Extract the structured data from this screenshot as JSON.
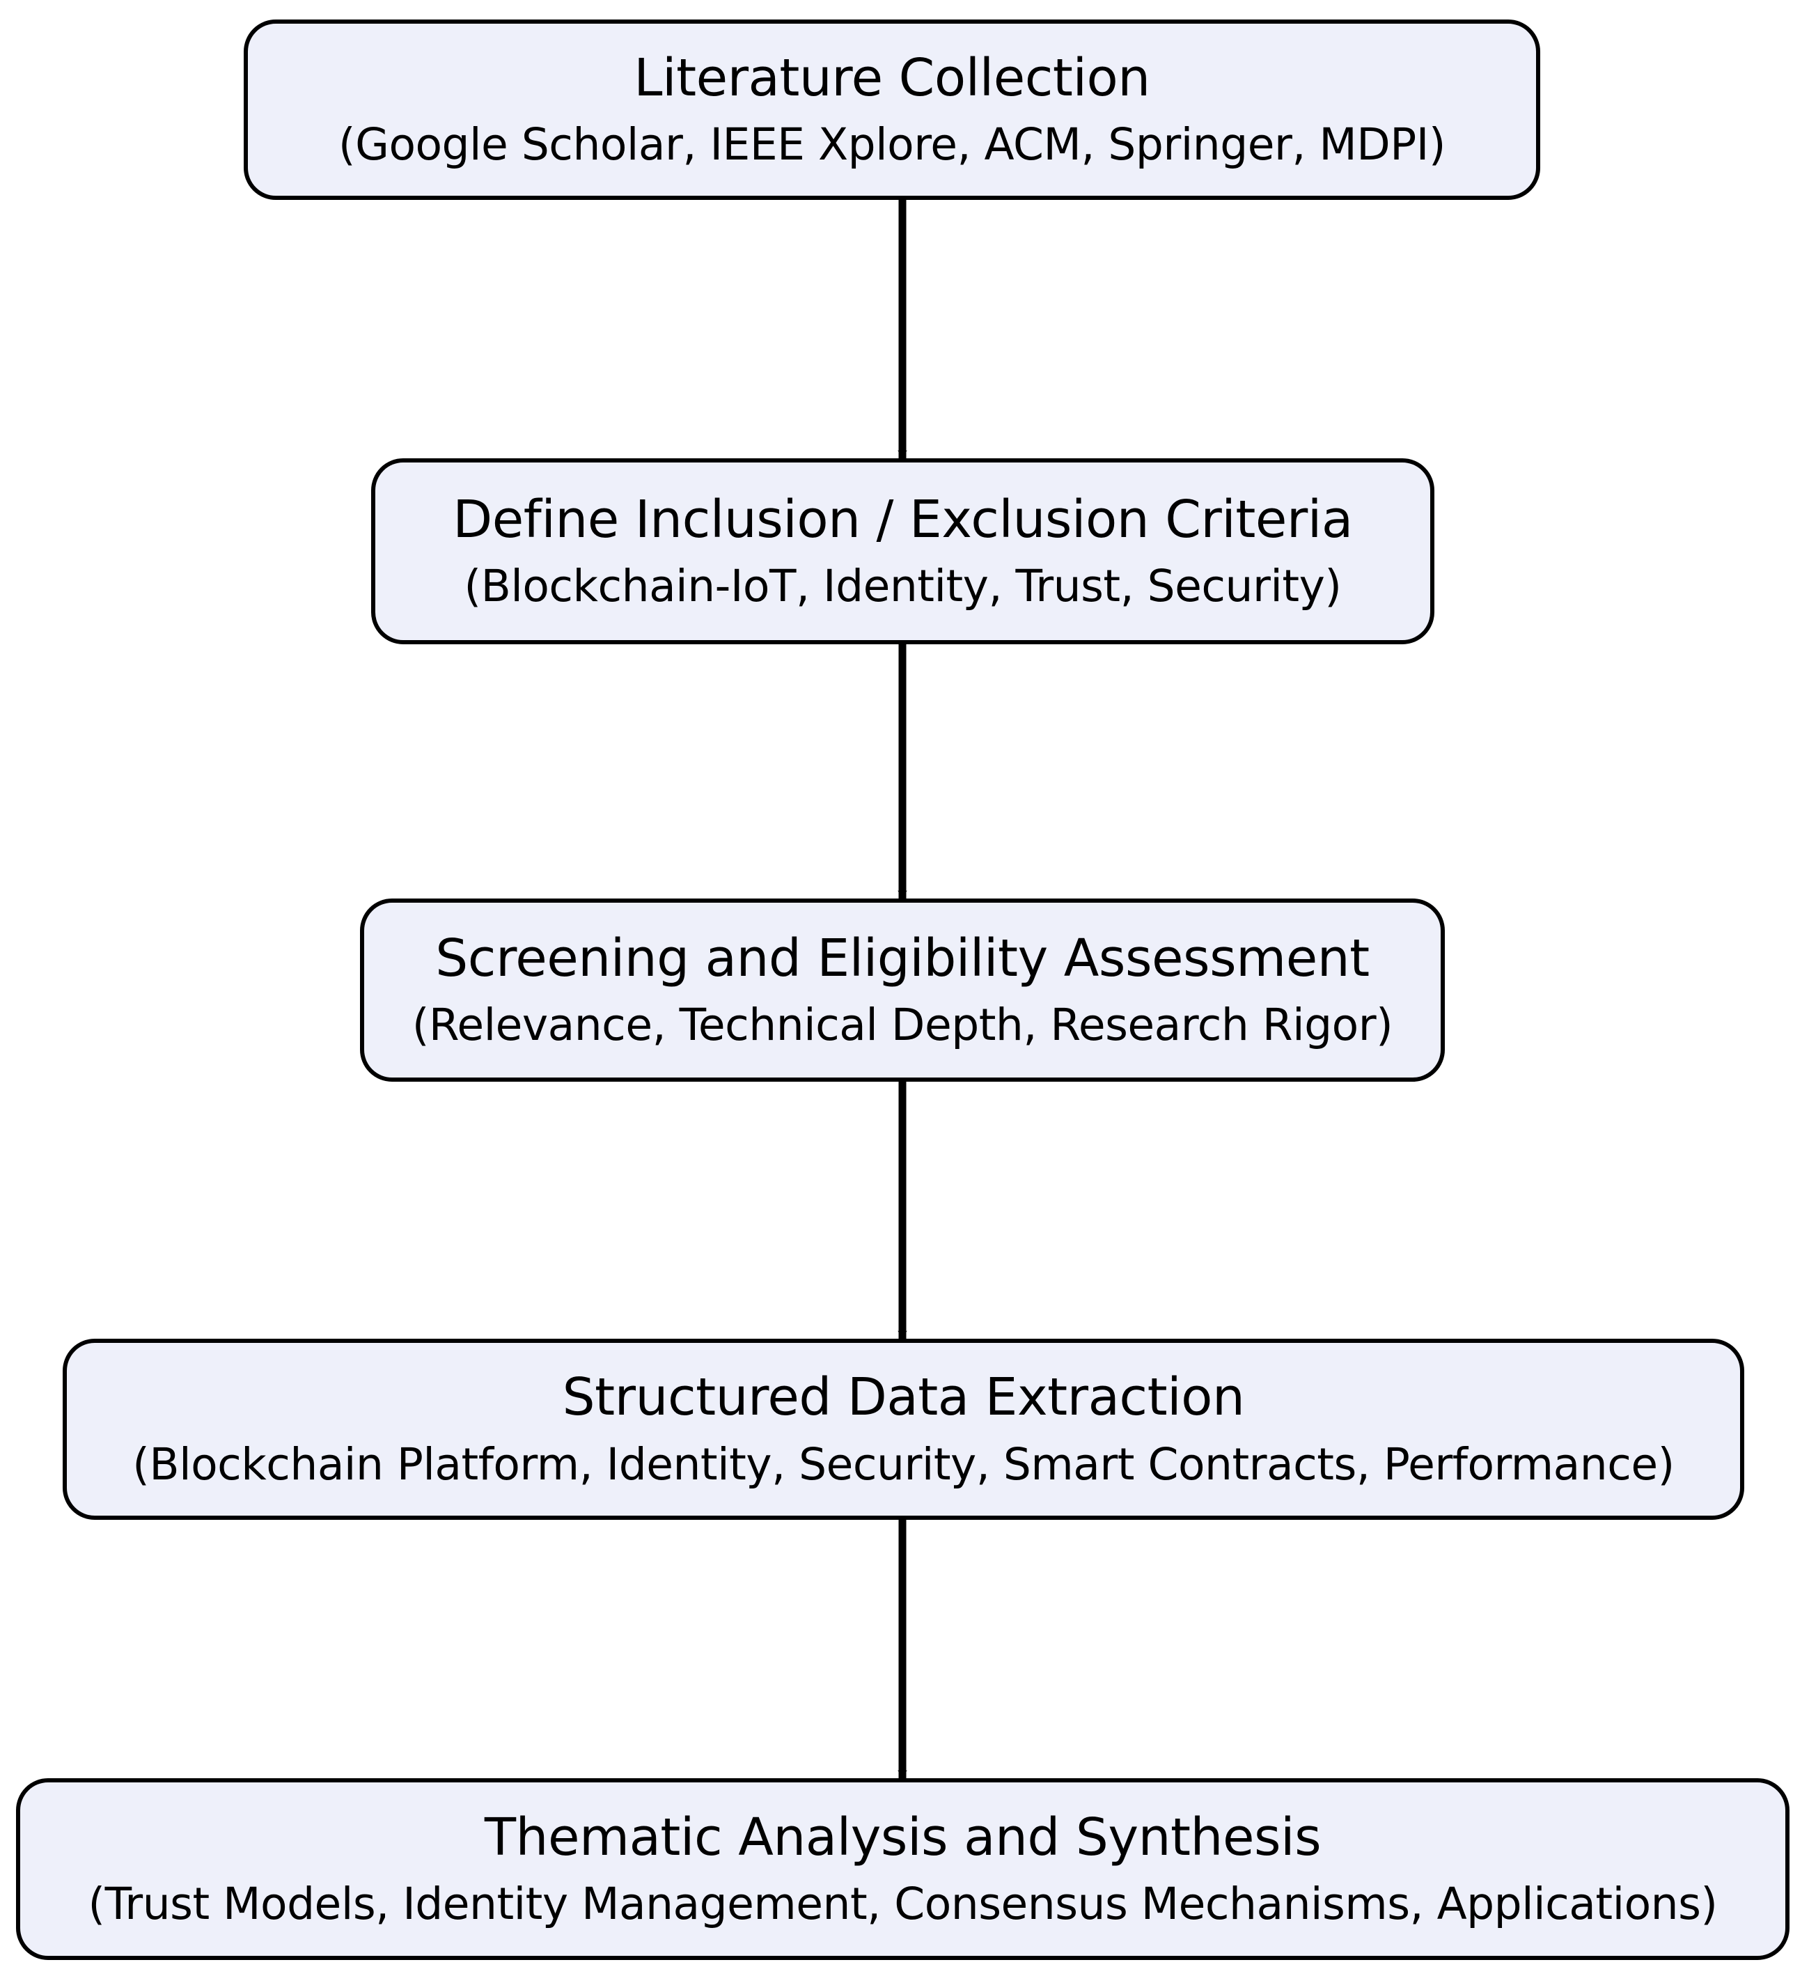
{
  "diagram": {
    "type": "flowchart",
    "orientation": "top-to-bottom",
    "background_color": "#ffffff",
    "node_fill_color": "#eef0fa",
    "node_border_color": "#000000",
    "arrow_color": "#000000",
    "nodes": [
      {
        "id": "literature-collection",
        "title": "Literature Collection",
        "subtitle": "(Google Scholar, IEEE Xplore, ACM, Springer, MDPI)"
      },
      {
        "id": "define-criteria",
        "title": "Define Inclusion / Exclusion Criteria",
        "subtitle": "(Blockchain-IoT, Identity, Trust, Security)"
      },
      {
        "id": "screening-eligibility",
        "title": "Screening and Eligibility Assessment",
        "subtitle": "(Relevance, Technical Depth, Research Rigor)"
      },
      {
        "id": "data-extraction",
        "title": "Structured Data Extraction",
        "subtitle": "(Blockchain Platform, Identity, Security, Smart Contracts, Performance)"
      },
      {
        "id": "thematic-analysis",
        "title": "Thematic Analysis and Synthesis",
        "subtitle": "(Trust Models, Identity Management, Consensus Mechanisms, Applications)"
      }
    ],
    "edges": [
      {
        "from": "literature-collection",
        "to": "define-criteria"
      },
      {
        "from": "define-criteria",
        "to": "screening-eligibility"
      },
      {
        "from": "screening-eligibility",
        "to": "data-extraction"
      },
      {
        "from": "data-extraction",
        "to": "thematic-analysis"
      }
    ]
  }
}
